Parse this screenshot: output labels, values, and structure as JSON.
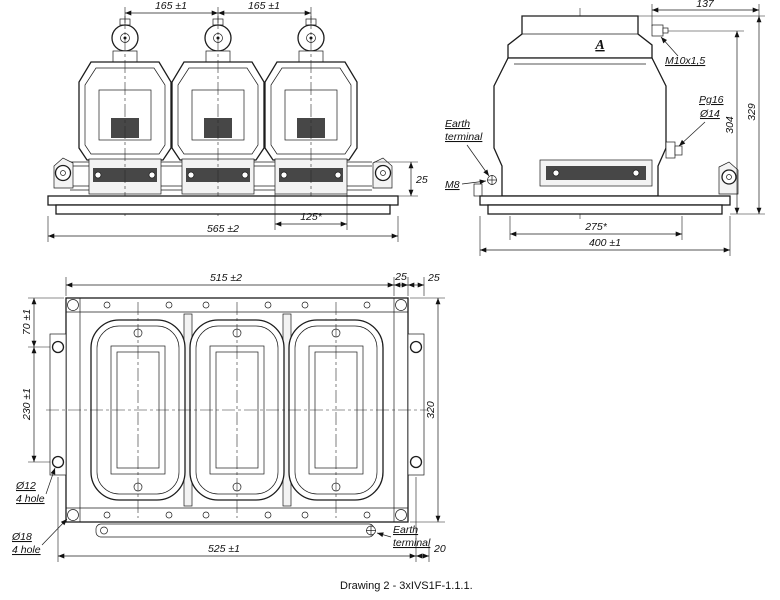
{
  "caption": "Drawing 2 - 3xIVS1F-1.1.1.",
  "front_view": {
    "dim_pitch_left": "165 ±1",
    "dim_pitch_right": "165 ±1",
    "dim_rail_height": "25",
    "dim_clamp_width": "125*",
    "dim_overall_width": "565 ±2"
  },
  "side_view": {
    "view_label": "A",
    "dim_terminal_offset": "137",
    "terminal_bolt_label": "M10x1,5",
    "gland_label": "Pg16",
    "gland_bore_label": "Ø14",
    "earth_label_line1": "Earth",
    "earth_label_line2": "terminal",
    "earth_bolt_label": "M8",
    "dim_height_to_base": "304",
    "dim_overall_height": "329",
    "dim_base_slot_pitch": "275*",
    "dim_overall_depth": "400 ±1"
  },
  "top_view": {
    "dim_frame_width": "515 ±2",
    "dim_rail_inset": "25",
    "dim_ear_overhang": "25",
    "dim_ear_offset": "70 ±1",
    "dim_ear_pitch": "230 ±1",
    "dim_frame_depth": "320",
    "dim_mount_hole_pitch": "525 ±1",
    "dim_edge_offset": "20",
    "small_hole_dia": "Ø12",
    "small_hole_count": "4 hole",
    "large_hole_dia": "Ø18",
    "large_hole_count": "4 hole",
    "earth_label_line1": "Earth",
    "earth_label_line2": "terminal"
  }
}
